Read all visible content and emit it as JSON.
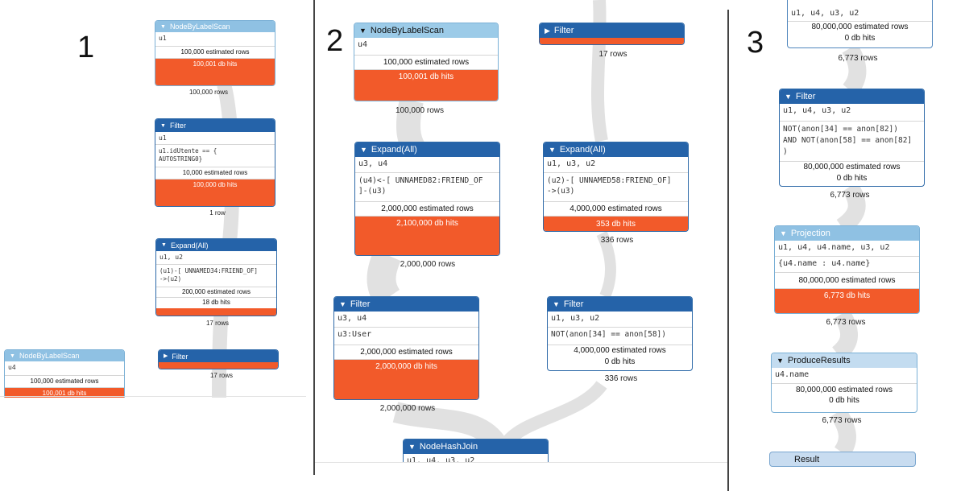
{
  "panel1": {
    "number": "1",
    "nodes": {
      "scan1": {
        "title": "NodeByLabelScan",
        "vars": "u1",
        "estimated": "100,000 estimated rows",
        "hits": "100,001 db hits",
        "rows": "100,000 rows"
      },
      "filter1": {
        "title": "Filter",
        "vars": "u1",
        "detail": "u1.idUtente == {\nAUTOSTRING0}",
        "estimated": "10,000 estimated rows",
        "hits": "100,000 db hits",
        "rows": "1 row"
      },
      "expand1": {
        "title": "Expand(All)",
        "vars": "u1, u2",
        "detail": "(u1)-[ UNNAMED34:FRIEND_OF]\n->(u2)",
        "estimated": "200,000 estimated rows",
        "hits": "18 db hits",
        "rows": "17 rows"
      },
      "scan2": {
        "title": "NodeByLabelScan",
        "vars": "u4",
        "estimated": "100,000 estimated rows",
        "hits": "100,001 db hits"
      },
      "filter2": {
        "title": "Filter",
        "rows": "17 rows"
      }
    }
  },
  "panel2": {
    "number": "2",
    "nodes": {
      "scan": {
        "title": "NodeByLabelScan",
        "vars": "u4",
        "estimated": "100,000 estimated rows",
        "hits": "100,001 db hits",
        "rows": "100,000 rows"
      },
      "filterTop": {
        "title": "Filter",
        "rows": "17 rows"
      },
      "expandLeft": {
        "title": "Expand(All)",
        "vars": "u3, u4",
        "detail": "(u4)<-[ UNNAMED82:FRIEND_OF\n]-(u3)",
        "estimated": "2,000,000 estimated rows",
        "hits": "2,100,000 db hits",
        "rows": "2,000,000 rows"
      },
      "expandRight": {
        "title": "Expand(All)",
        "vars": "u1, u3, u2",
        "detail": "(u2)-[ UNNAMED58:FRIEND_OF]\n->(u3)",
        "estimated": "4,000,000 estimated rows",
        "hits": "353 db hits",
        "rows": "336 rows"
      },
      "filterLeft": {
        "title": "Filter",
        "vars": "u3, u4",
        "detail": "u3:User",
        "estimated": "2,000,000 estimated rows",
        "hits": "2,000,000 db hits",
        "rows": "2,000,000 rows"
      },
      "filterRight": {
        "title": "Filter",
        "vars": "u1, u3, u2",
        "detail": "NOT(anon[34] == anon[58])",
        "estimated": "4,000,000 estimated rows",
        "hits": "0 db hits",
        "rows": "336 rows"
      },
      "hashJoin": {
        "title": "NodeHashJoin",
        "vars": "u1, u4, u3, u2"
      }
    }
  },
  "panel3": {
    "number": "3",
    "nodes": {
      "top": {
        "vars": "u1, u4, u3, u2",
        "estimated": "80,000,000 estimated rows",
        "hits": "0 db hits",
        "rows": "6,773 rows"
      },
      "filter": {
        "title": "Filter",
        "vars": "u1, u4, u3, u2",
        "detail": "NOT(anon[34] == anon[82])\nAND NOT(anon[58] == anon[82]\n)",
        "estimated": "80,000,000 estimated rows",
        "hits": "0 db hits",
        "rows": "6,773 rows"
      },
      "projection": {
        "title": "Projection",
        "vars": "u1, u4, u4.name, u3, u2",
        "detail": "{u4.name : u4.name}",
        "estimated": "80,000,000 estimated rows",
        "hits": "6,773 db hits",
        "rows": "6,773 rows"
      },
      "produce": {
        "title": "ProduceResults",
        "vars": "u4.name",
        "estimated": "80,000,000 estimated rows",
        "hits": "0 db hits",
        "rows": "6,773 rows"
      },
      "result": {
        "label": "Result"
      }
    }
  },
  "colors": {
    "header_dark": "#2563a9",
    "header_light": "#8fc1e3",
    "db_hits": "#f25a2a",
    "flow": "#e1e1e1"
  }
}
